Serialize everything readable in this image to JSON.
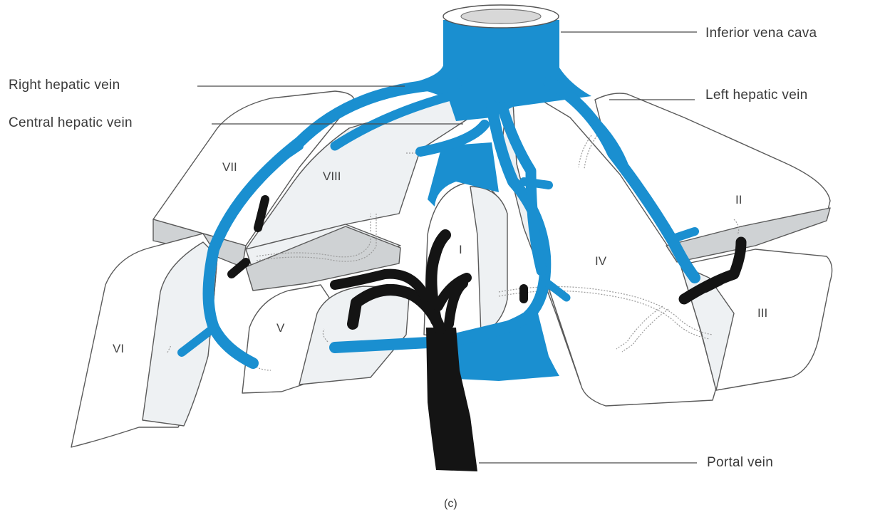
{
  "labels": {
    "ivc": "Inferior vena cava",
    "right_hepatic_vein": "Right hepatic vein",
    "central_hepatic_vein": "Central hepatic vein",
    "left_hepatic_vein": "Left hepatic vein",
    "portal_vein": "Portal vein"
  },
  "segments": {
    "s1": "I",
    "s2": "II",
    "s3": "III",
    "s4": "IV",
    "s5": "V",
    "s6": "VI",
    "s7": "VII",
    "s8": "VIII"
  },
  "caption": "(c)",
  "colors": {
    "hepatic_vein": "#1a8fd0",
    "portal_vein": "#141414",
    "lobe_outline": "#5a5a5a"
  }
}
